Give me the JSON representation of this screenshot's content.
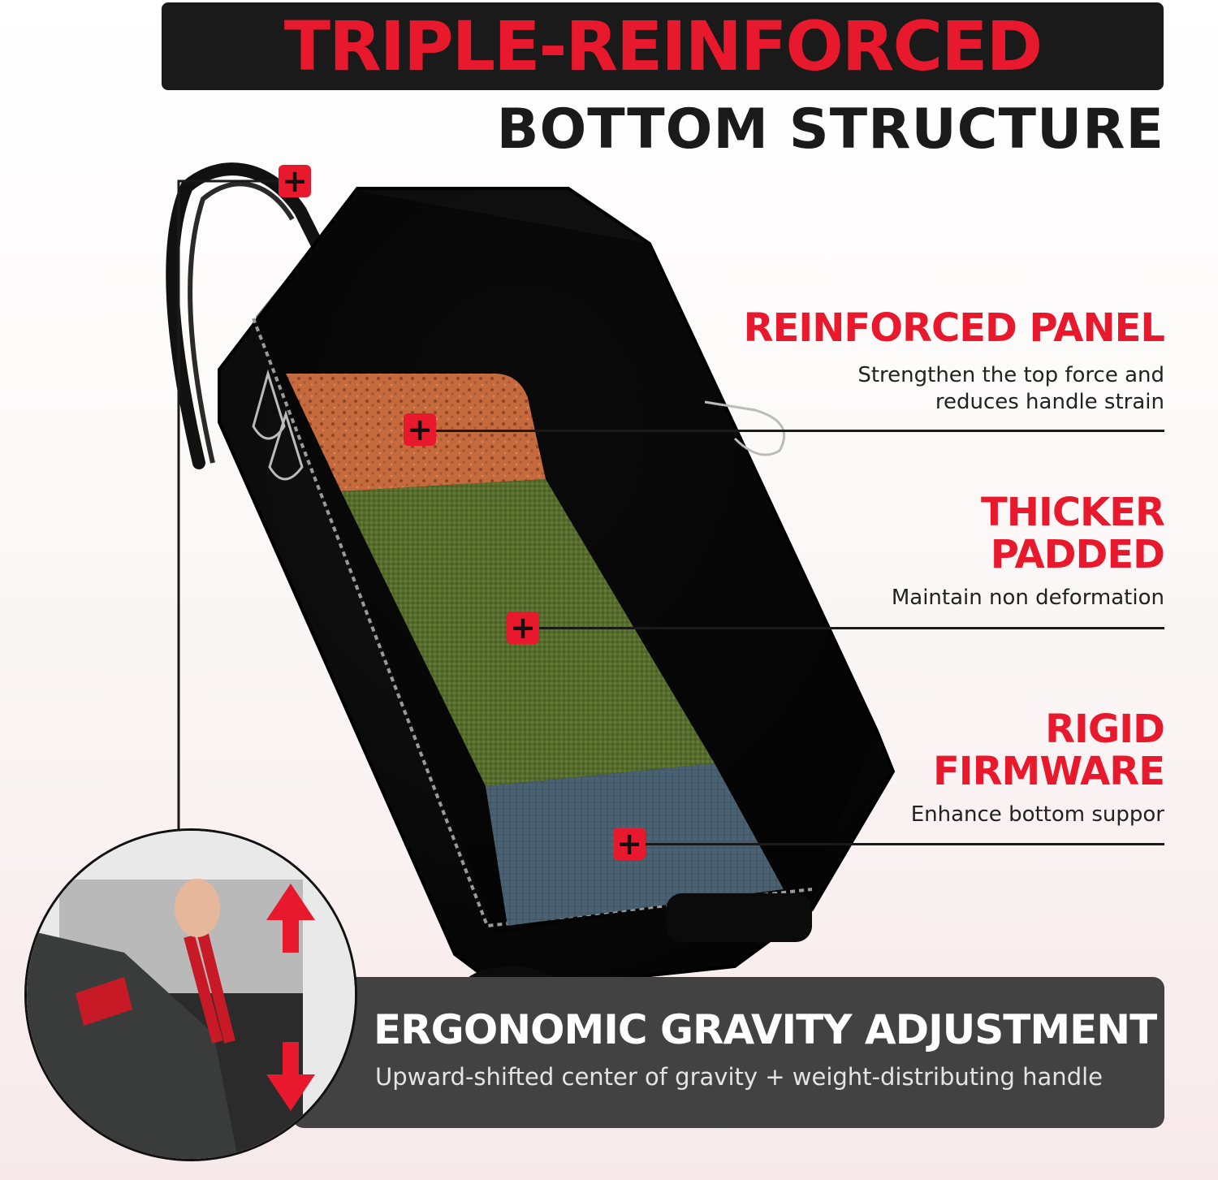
{
  "header": {
    "title": "TRIPLE-REINFORCED",
    "subtitle": "BOTTOM STRUCTURE"
  },
  "features": [
    {
      "title_lines": [
        "REINFORCED PANEL"
      ],
      "desc_lines": [
        "Strengthen the top force and",
        "reduces handle strain"
      ]
    },
    {
      "title_lines": [
        "THICKER",
        "PADDED"
      ],
      "desc_lines": [
        "Maintain non deformation"
      ]
    },
    {
      "title_lines": [
        "RIGID",
        "FIRMWARE"
      ],
      "desc_lines": [
        "Enhance bottom suppor"
      ]
    }
  ],
  "bottom_banner": {
    "title": "ERGONOMIC GRAVITY ADJUSTMENT",
    "desc": "Upward-shifted center of gravity + weight-distributing handle"
  },
  "colors": {
    "accent_red": "#e8192c",
    "dark": "#1a1a1a",
    "panel_gray": "#424242",
    "foam_orange": "#c46a3d",
    "padding_green": "#556b2f",
    "board_blue": "#4a6272"
  },
  "icons": [
    "plus-marker-icon",
    "up-arrow-icon",
    "down-arrow-icon"
  ]
}
